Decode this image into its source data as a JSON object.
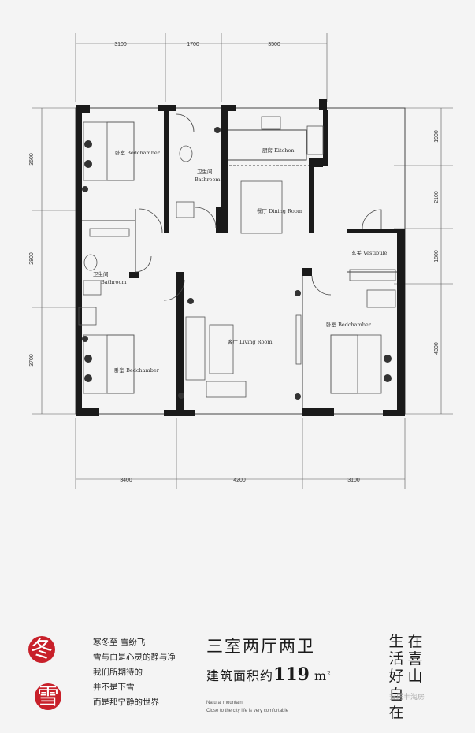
{
  "dimensions": {
    "top": [
      "3100",
      "1700",
      "3500"
    ],
    "bottom": [
      "3400",
      "4200",
      "3100"
    ],
    "left": [
      "3600",
      "2800",
      "3700"
    ],
    "right": [
      "1900",
      "2100",
      "1800",
      "4300"
    ]
  },
  "rooms": {
    "bedroom_nw": "卧室 Bedchamber",
    "bathroom_1": "卫生间",
    "bathroom_1_en": "Bathroom",
    "kitchen": "厨房 Kitchen",
    "dining": "餐厅 Dining Room",
    "bathroom_2": "卫生间",
    "bathroom_2_en": "Bathroom",
    "vestibule": "玄关 Vestibule",
    "bedroom_se": "卧室 Bedchamber",
    "living": "客厅 Living Room",
    "bedroom_sw": "卧室 Bedchamber"
  },
  "seals": [
    "冬",
    "雪"
  ],
  "poem": [
    "寒冬至  雪纷飞",
    "雪与白是心灵的静与净",
    "我们所期待的",
    "并不是下雪",
    "而是那宁静的世界"
  ],
  "title": "三室两厅两卫",
  "area_prefix": "建筑面积约",
  "area_value": "119",
  "area_unit": "m",
  "area_sup": "2",
  "english": [
    "Natural mountain",
    "Close to the city life is very comfortable"
  ],
  "slogan_cols": [
    "生活好",
    "在喜山",
    "自在"
  ],
  "watermark": "安居丰淘房",
  "colors": {
    "wall": "#1a1a1a",
    "seal": "#c8202a",
    "line": "#888888"
  }
}
